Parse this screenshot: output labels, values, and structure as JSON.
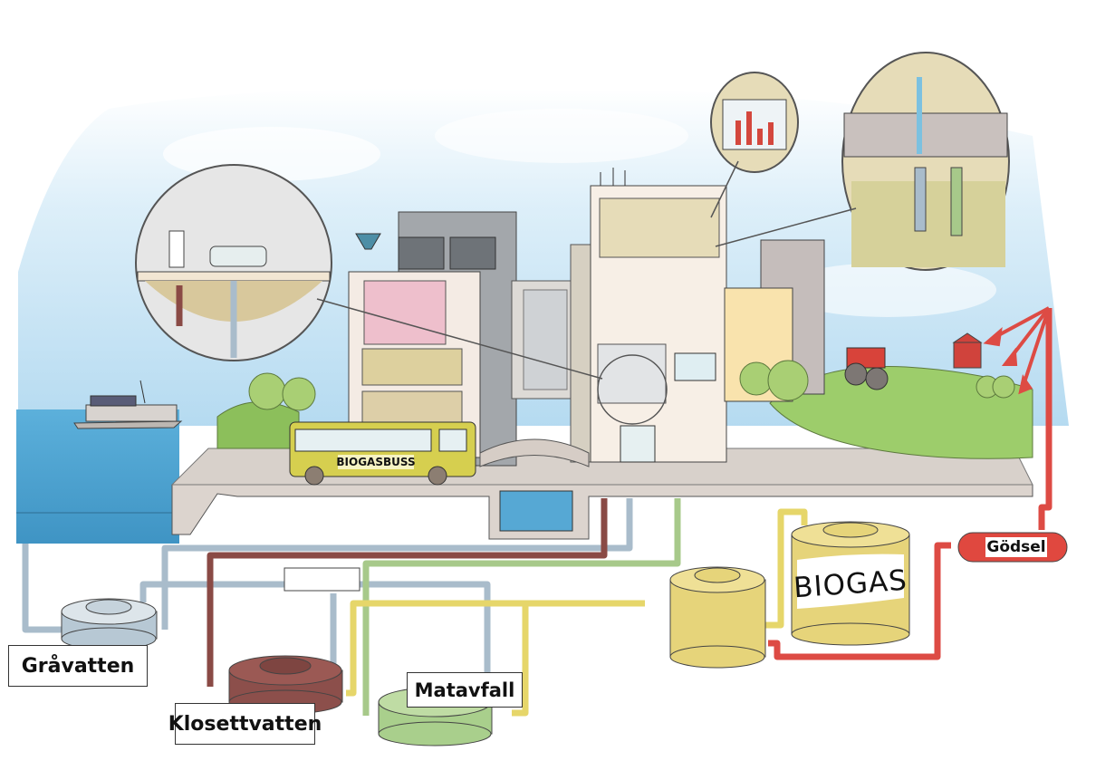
{
  "diagram": {
    "labels": {
      "gravatten": "Gråvatten",
      "klosettvatten": "Klosettvatten",
      "matavfall": "Matavfall",
      "biogas": "BIOGAS",
      "godsel": "Gödsel",
      "bus": "BIOGASBUSS"
    },
    "colors": {
      "sky": "#bfe0f3",
      "sea": "#4fa6d1",
      "grey_pipe": "#a9bccb",
      "brown_pipe": "#8a4a45",
      "green_pipe": "#a7c98a",
      "yellow_pipe": "#e6d66a",
      "red_pipe": "#dd4b44",
      "gravatten_tank": "#b7c8d4",
      "klosett_tank": "#8c4f4b",
      "matavfall_tank": "#a9cf8c",
      "biogas_tank": "#e6d47a",
      "godsel_tank": "#e0483f",
      "ground": "#d9d2cc",
      "grass": "#98c96a"
    },
    "insets": {
      "bathroom": "bathroom-inset",
      "chart": "energy-chart-inset",
      "sink": "kitchen-sink-inset"
    }
  }
}
